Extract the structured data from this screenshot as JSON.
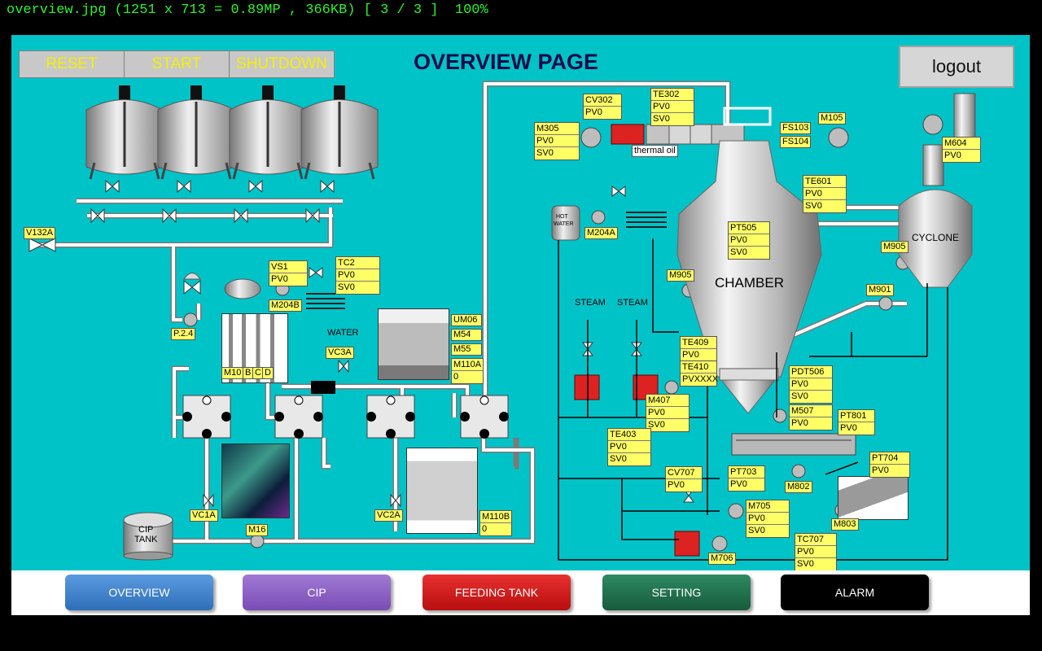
{
  "viewer": {
    "title": "overview.jpg (1251 x 713 = 0.89MP , 366KB) [ 3 / 3 ]  100%"
  },
  "header": {
    "page_title": "OVERVIEW PAGE",
    "reset": "RESET",
    "start": "START",
    "shutdown": "SHUTDOWN",
    "logout": "logout"
  },
  "nav": {
    "overview": "OVERVIEW",
    "cip": "CIP",
    "feeding_tank": "FEEDING TANK",
    "setting": "SETTING",
    "alarm": "ALARM"
  },
  "colors": {
    "background": "#00c3c8",
    "tag_fill": "#ffff66",
    "label_text": "#f6f000",
    "overview_btn": "#3c82c8",
    "cip_btn": "#8a5cc0",
    "feeding_btn": "#d41818",
    "setting_btn": "#1f6e4a",
    "alarm_btn": "#000000"
  },
  "labels": {
    "v132a": "V132A",
    "p24": "P.2.4",
    "vs1": "VS1",
    "m204b": "M204B",
    "tc2": "TC2",
    "water": "WATER",
    "vc3a": "VC3A",
    "um06": "UM06",
    "m54": "M54",
    "m55": "M55",
    "m110a": "M110A",
    "m110a_val": "0",
    "m10": "M10",
    "b": "B",
    "c": "C",
    "d": "D",
    "vc1a": "VC1A",
    "vc2a": "VC2A",
    "m16": "M16",
    "cip_tank_1": "CIP",
    "cip_tank_2": "TANK",
    "m110b": "M110B",
    "m110b_val": "0",
    "cv302": "CV302",
    "te302": "TE302",
    "m305": "M305",
    "thermal_oil": "thermal oil",
    "fs103": "FS103",
    "fs104": "FS104",
    "m105": "M105",
    "m604": "M604",
    "te601": "TE601",
    "hot": "HOT",
    "water_tank": "WATER",
    "m204a": "M204A",
    "pt505": "PT505",
    "cyclone": "CYCLONE",
    "m905a": "M905",
    "m905b": "M905",
    "chamber": "CHAMBER",
    "m901": "M901",
    "steam1": "STEAM",
    "steam2": "STEAM",
    "te409": "TE409",
    "te410": "TE410",
    "pdt506": "PDT506",
    "m407": "M407",
    "m507": "M507",
    "pt801": "PT801",
    "te403": "TE403",
    "cv707": "CV707",
    "pt703": "PT703",
    "m802": "M802",
    "pt704": "PT704",
    "m705": "M705",
    "m803": "M803",
    "m706": "M706",
    "tc707": "TC707",
    "pv": "PV",
    "sv": "SV",
    "zero": "0",
    "xxxx": "XXXX"
  }
}
